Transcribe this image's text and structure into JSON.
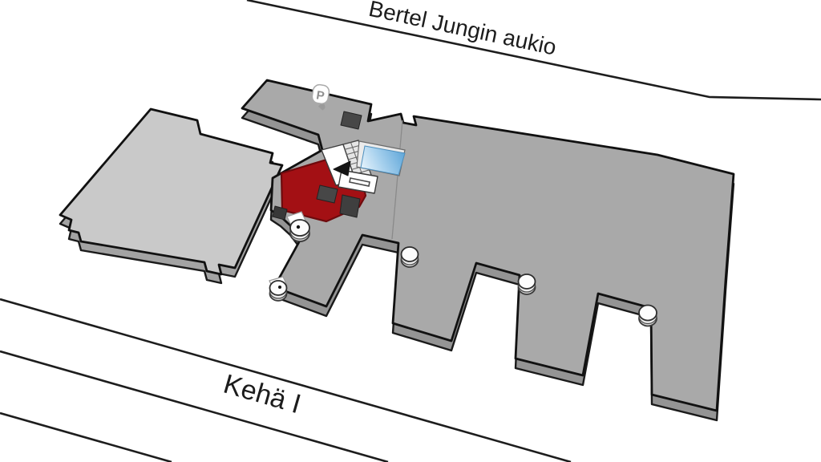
{
  "map": {
    "streets": {
      "top_label": "Bertel Jungin aukio",
      "bottom_label": "Kehä I"
    },
    "markers": {
      "parking": "P"
    },
    "colors": {
      "main_roof": "#a9a9a9",
      "main_side": "#949494",
      "left_roof": "#c9c9c9",
      "left_side": "#a3a3a3",
      "highlight_red": "#a31014",
      "skylight_deep": "#5da5d8",
      "skylight_mid": "#a9d2ee",
      "skylight_pale": "#eef7fd",
      "block_dark": "#474747",
      "outline": "#1a1a1a",
      "road": "#1d1d1d",
      "text": "#1c1c1c"
    }
  }
}
